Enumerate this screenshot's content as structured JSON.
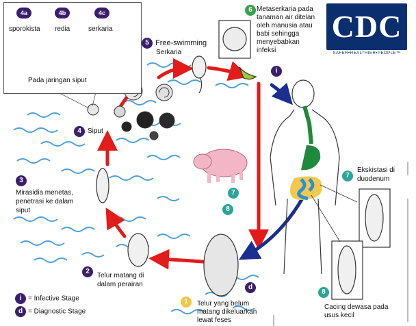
{
  "box": {
    "stage_4a": "4a",
    "stage_4b": "4b",
    "stage_4c": "4c",
    "label_4a": "sporokista",
    "label_4b": "redia",
    "label_4c": "serkaria",
    "caption": "Pada jaringan siput"
  },
  "stages": {
    "s1": {
      "num": "1",
      "text": [
        "Telur yang belum",
        "matang dikeluarkan",
        "lewat feses"
      ]
    },
    "s2": {
      "num": "2",
      "text": [
        "Telur matang di",
        "dalam perairan"
      ]
    },
    "s3": {
      "num": "3",
      "text": [
        "Mirasidia menetas,",
        "penetrasi ke dalam",
        "siput"
      ]
    },
    "s4": {
      "num": "4",
      "text": [
        "Siput"
      ]
    },
    "s5": {
      "num": "5",
      "title": "Free-swimming",
      "text": [
        "Serkaria"
      ]
    },
    "s6": {
      "num": "6",
      "text": [
        "Metaserkaria pada",
        "tanaman air ditelan",
        "oleh manusia atau",
        "babi sehingga",
        "menyebabkan",
        "infeksi"
      ]
    },
    "s7": {
      "num": "7",
      "text": [
        "Ekskistasi di",
        "duodenum"
      ]
    },
    "s8": {
      "num": "8",
      "text": [
        "Cacing dewasa pada",
        "usus kecil"
      ]
    },
    "pig7": "7",
    "pig8": "8"
  },
  "markers": {
    "infective": "i",
    "diagnostic": "d"
  },
  "legend": {
    "infective_icon": "i",
    "infective_label": "= Infective Stage",
    "diagnostic_icon": "d",
    "diagnostic_label": "= Diagnostic Stage"
  },
  "logo": {
    "text": "CDC",
    "tagline": "SAFER•HEALTHIER•PEOPLE™"
  },
  "colors": {
    "cycle_arrow": "#e31b1b",
    "human_arrow": "#1a2f8f",
    "badge_purple": "#3b1f6e",
    "badge_green": "#3aa24a",
    "badge_teal": "#2aa59a",
    "badge_yellow": "#f4c542",
    "water": "#2b8fd6",
    "pig": "#f2b6c6"
  }
}
